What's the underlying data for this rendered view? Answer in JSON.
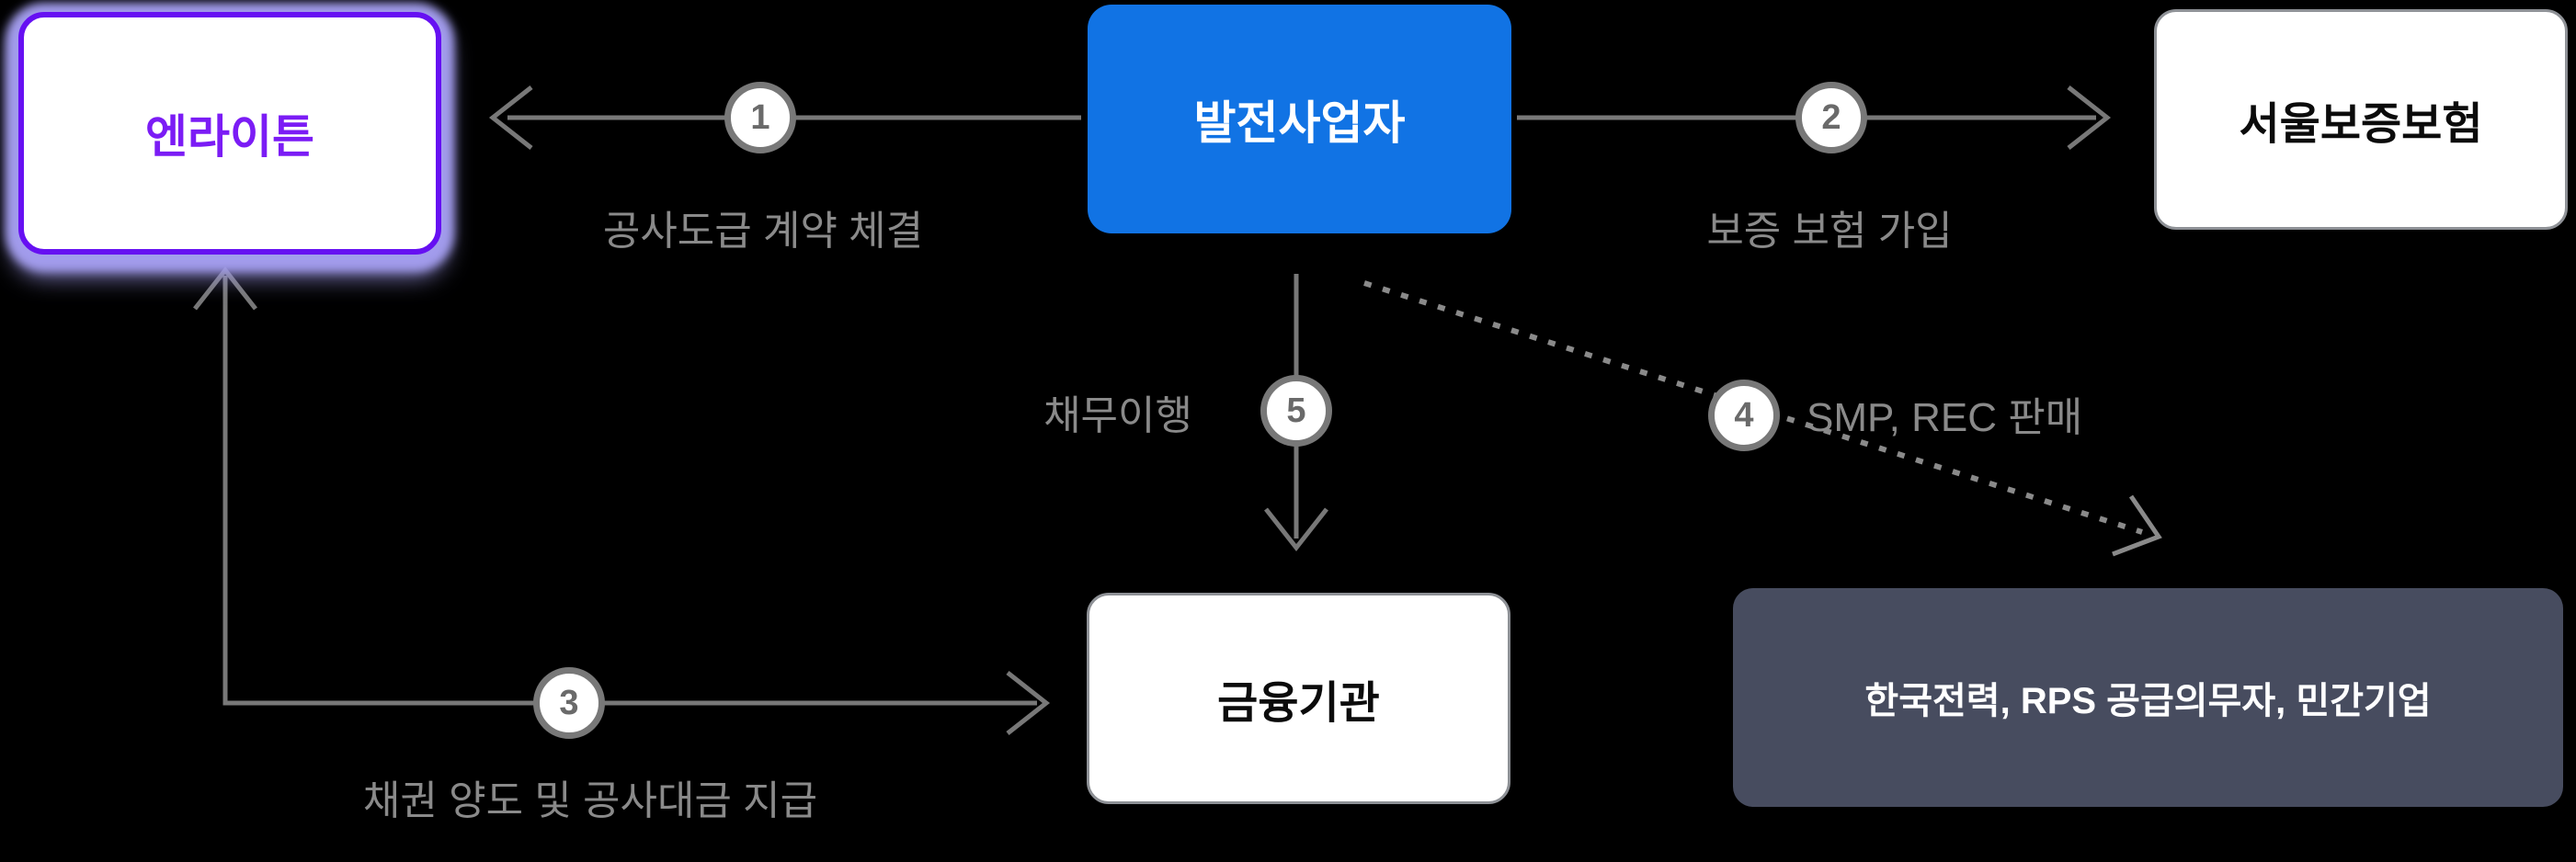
{
  "background": "#000000",
  "nodes": [
    {
      "id": "enlighten",
      "label": "엔라이튼"
    },
    {
      "id": "generator",
      "label": "발전사업자"
    },
    {
      "id": "seoul_guarantee",
      "label": "서울보증보험"
    },
    {
      "id": "financial_institution",
      "label": "금융기관"
    },
    {
      "id": "power_buyers",
      "label": "한국전력, RPS 공급의무자, 민간기업"
    }
  ],
  "edges": [
    {
      "num": "1",
      "label": "공사도급 계약 체결",
      "from": "generator",
      "to": "enlighten",
      "style": "solid",
      "bidirectional": false
    },
    {
      "num": "2",
      "label": "보증 보험 가입",
      "from": "generator",
      "to": "seoul_guarantee",
      "style": "solid",
      "bidirectional": false
    },
    {
      "num": "3",
      "label": "채권 양도 및 공사대금 지급",
      "from": "financial_institution",
      "to": "enlighten",
      "style": "solid",
      "bidirectional": true
    },
    {
      "num": "4",
      "label": "SMP, REC 판매",
      "from": "generator",
      "to": "power_buyers",
      "style": "dashed",
      "bidirectional": false
    },
    {
      "num": "5",
      "label": "채무이행",
      "from": "generator",
      "to": "financial_institution",
      "style": "solid",
      "bidirectional": false
    }
  ],
  "colors": {
    "background": "#000000",
    "generator_bg": "#1173E4",
    "enlighten_border": "#6610F2",
    "enlighten_text": "#7B1CF5",
    "enlighten_glow": "#A29CEC",
    "white_node_border": "#8E9196",
    "dark_node_bg": "#474C5F",
    "arrow_gray": "#787878",
    "label_gray": "#8A8A8A",
    "badge_number_gray": "#6A6A6A",
    "node_white_bg": "#FFFFFF",
    "dark_text": "#0B0B0B"
  }
}
